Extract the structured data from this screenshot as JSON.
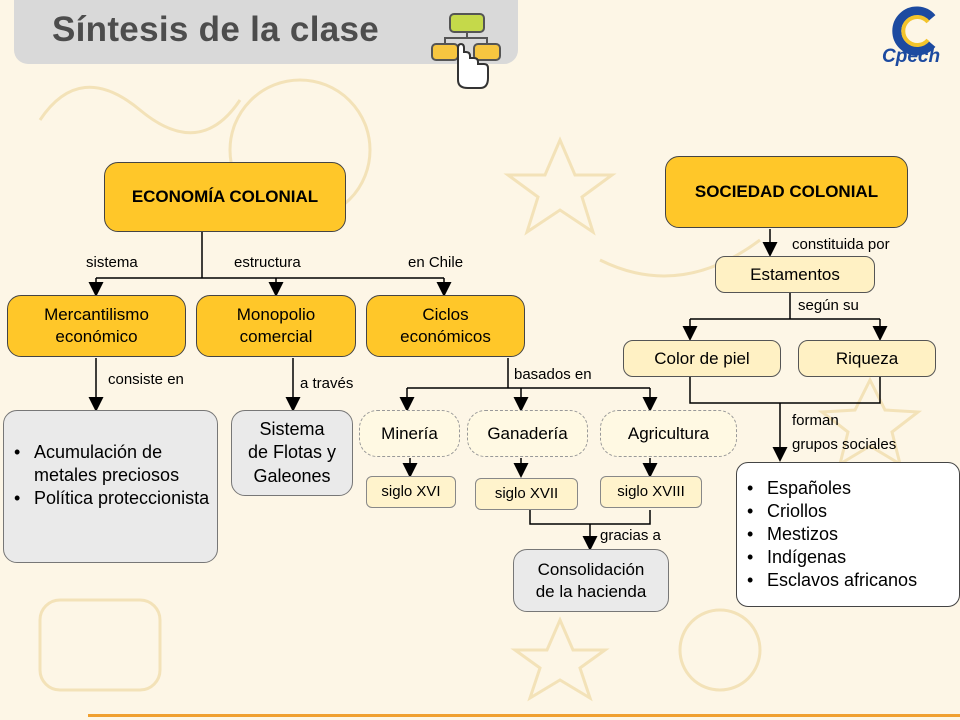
{
  "title": "Síntesis de la clase",
  "logo": {
    "brand": "Cpech"
  },
  "colors": {
    "orange": "#ffc729",
    "cream": "#fff1c4",
    "grey": "#eaeaea",
    "accent": "#f0a030"
  },
  "economy": {
    "main": "ECONOMÍA COLONIAL",
    "link_sistema": "sistema",
    "link_estructura": "estructura",
    "link_chile": "en Chile",
    "merc_l1": "Mercantilismo",
    "merc_l2": "económico",
    "mono_l1": "Monopolio",
    "mono_l2": "comercial",
    "ciclos_l1": "Ciclos",
    "ciclos_l2": "económicos",
    "link_consiste": "consiste en",
    "link_atraves": "a través",
    "link_basados": "basados en",
    "merc_items": [
      "Acumulación de metales preciosos",
      "Política proteccionista"
    ],
    "flotas_l1": "Sistema",
    "flotas_l2": "de Flotas y",
    "flotas_l3": "Galeones",
    "mineria": "Minería",
    "ganaderia": "Ganadería",
    "agricultura": "Agricultura",
    "s16": "siglo XVI",
    "s17": "siglo XVII",
    "s18": "siglo XVIII",
    "link_gracias": "gracias a",
    "hacienda_l1": "Consolidación",
    "hacienda_l2": "de la hacienda"
  },
  "society": {
    "main": "SOCIEDAD COLONIAL",
    "link_constituida": "constituida  por",
    "estamentos": "Estamentos",
    "link_segun": "según su",
    "color": "Color de piel",
    "riqueza": "Riqueza",
    "link_forman1": "forman",
    "link_forman2": "grupos sociales",
    "groups": [
      "Españoles",
      "Criollos",
      "Mestizos",
      "Indígenas",
      "Esclavos africanos"
    ]
  }
}
